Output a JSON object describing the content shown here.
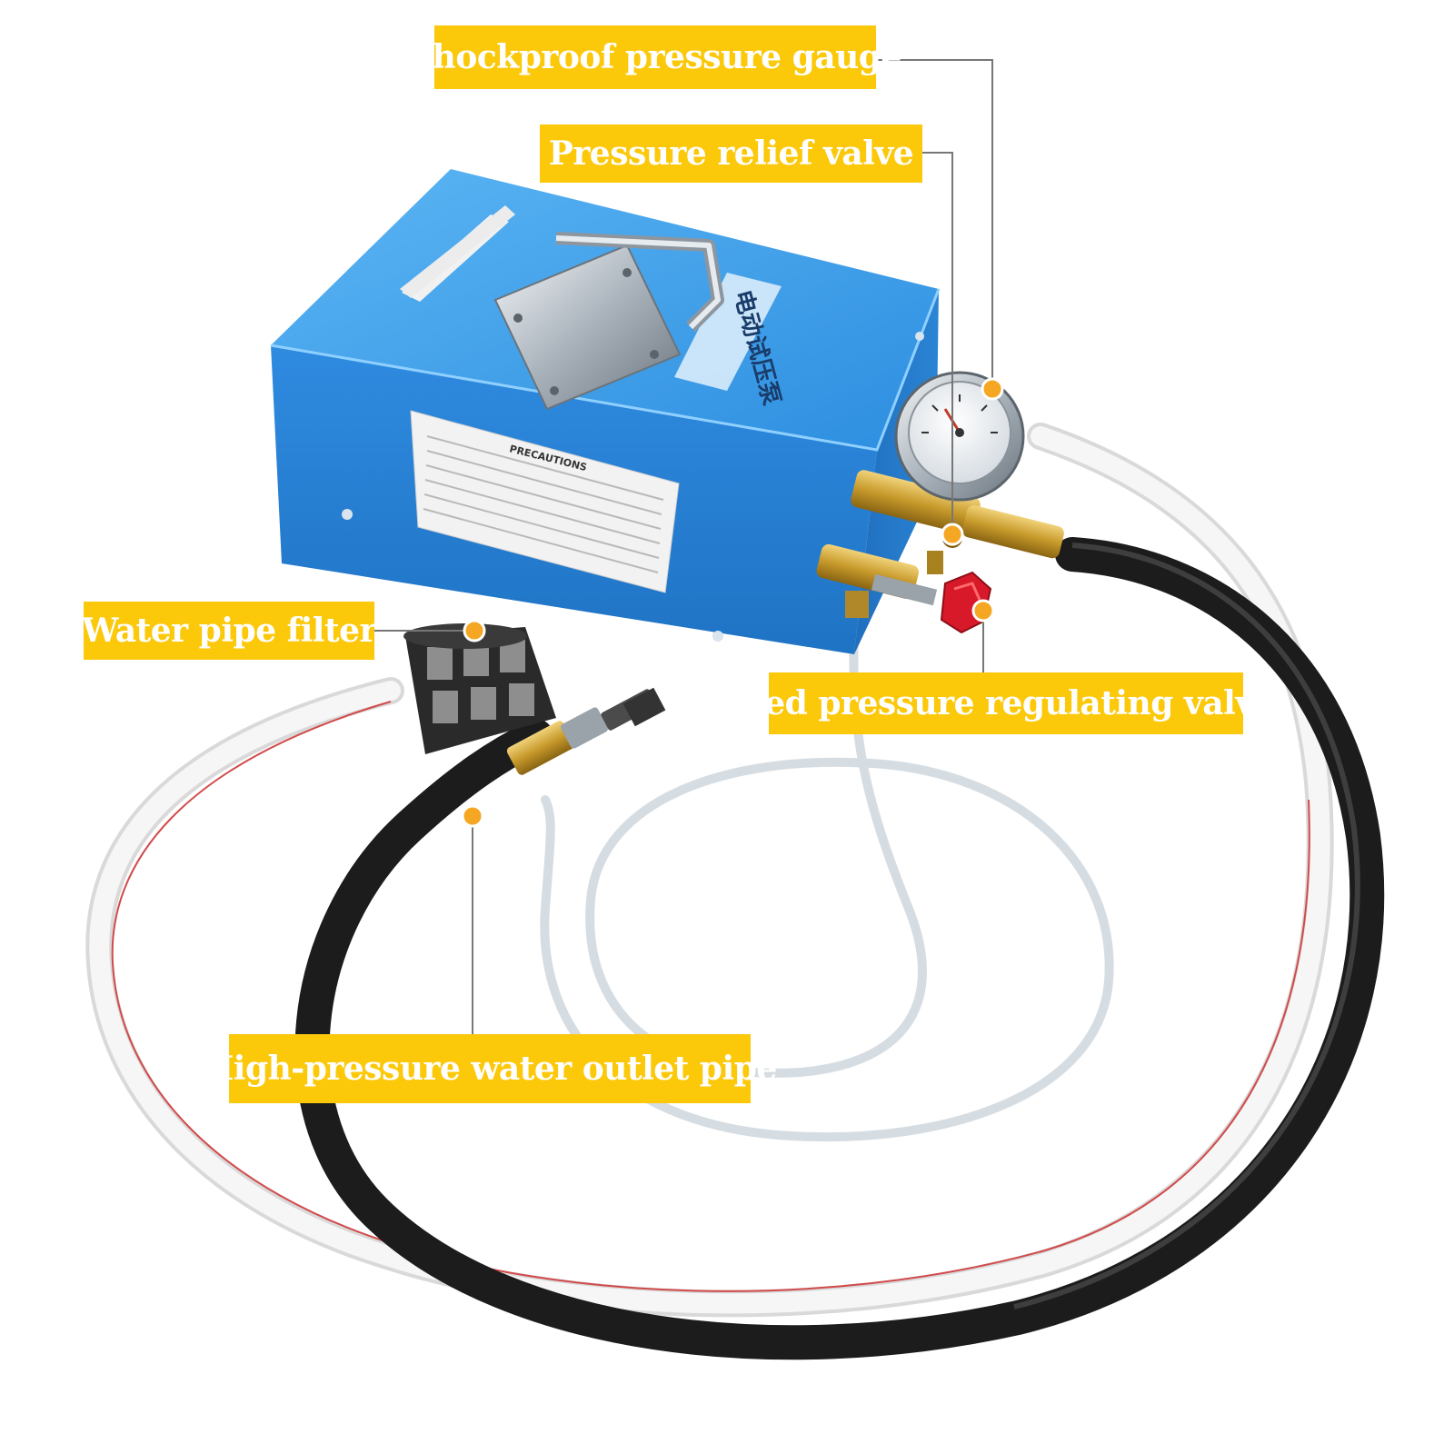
{
  "labels": {
    "gauge": "Shockproof pressure gauge",
    "relief": "Pressure relief valve",
    "filter": "Water pipe filter",
    "red_valve": "Red pressure regulating valve",
    "outlet": "High-pressure water outlet pipe"
  },
  "device": {
    "top_label": "电动试压泵",
    "side_label": "PRECAUTIONS"
  },
  "colors": {
    "label_bg": "#fbc80a",
    "label_text": "#ffffff",
    "marker": "#f5a623",
    "pump_body": "#2a86d8",
    "pump_top": "#4aa6ee",
    "hose_black": "#1c1c1c",
    "valve_red": "#d8192a",
    "brass": "#c9a23a"
  }
}
